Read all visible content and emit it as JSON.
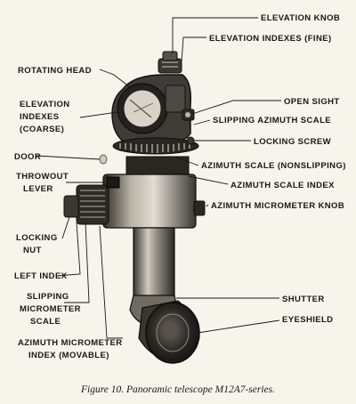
{
  "labels": {
    "elevation_knob": "ELEVATION KNOB",
    "elevation_indexes_fine": "ELEVATION INDEXES (FINE)",
    "rotating_head": "ROTATING HEAD",
    "elevation_indexes_coarse": [
      "ELEVATION",
      "INDEXES",
      "(COARSE)"
    ],
    "open_sight": "OPEN SIGHT",
    "slipping_azimuth_scale": "SLIPPING AZIMUTH SCALE",
    "locking_screw": "LOCKING SCREW",
    "door": "DOOR",
    "azimuth_scale_nonslipping": "AZIMUTH SCALE (NONSLIPPING)",
    "throwout_lever": [
      "THROWOUT",
      "LEVER"
    ],
    "azimuth_scale_index": "AZIMUTH SCALE INDEX",
    "azimuth_micrometer_knob": "AZIMUTH MICROMETER KNOB",
    "locking_nut": [
      "LOCKING",
      "NUT"
    ],
    "left_index": "LEFT INDEX",
    "slipping_micrometer_scale": [
      "SLIPPING",
      "MICROMETER",
      "SCALE"
    ],
    "shutter": "SHUTTER",
    "eyeshield": "EYESHIELD",
    "azimuth_micrometer_index": [
      "AZIMUTH MICROMETER",
      "INDEX (MOVABLE)"
    ]
  },
  "caption": "Figure 10.  Panoramic telescope M12A7-series."
}
